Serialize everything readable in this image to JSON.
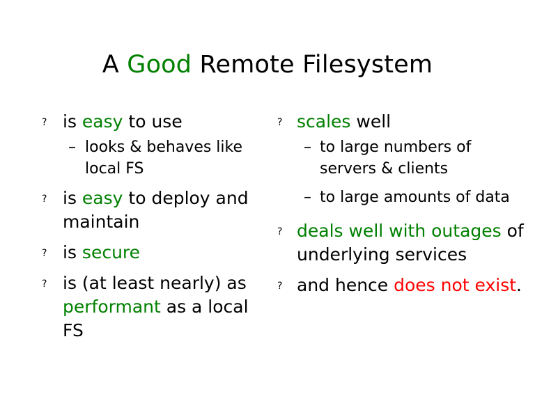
{
  "slide": {
    "background_color": "#ffffff",
    "title": {
      "text_full": "A Good Remote Filesystem",
      "part_1": "A ",
      "part_2_highlight": "Good",
      "part_3": " Remote Filesystem"
    },
    "bullet_marker": "?",
    "sub_bullet_marker": "–",
    "colors": {
      "text": "#000000",
      "highlight_green": "#008000",
      "alert_red": "#ff0000",
      "background": "#ffffff"
    },
    "columns": {
      "left": {
        "items": [
          {
            "level": 1,
            "text_full": "is easy to use",
            "segments": [
              {
                "text": "is ",
                "color": "black"
              },
              {
                "text": "easy",
                "color": "green"
              },
              {
                "text": " to use",
                "color": "black"
              }
            ]
          },
          {
            "level": 2,
            "text_full": "looks & behaves like local FS",
            "segments": [
              {
                "text": "looks & behaves like local FS",
                "color": "black"
              }
            ]
          },
          {
            "level": 1,
            "text_full": "is easy to deploy and maintain",
            "segments": [
              {
                "text": "is ",
                "color": "black"
              },
              {
                "text": "easy",
                "color": "green"
              },
              {
                "text": " to deploy and maintain",
                "color": "black"
              }
            ]
          },
          {
            "level": 1,
            "text_full": "is secure",
            "segments": [
              {
                "text": "is ",
                "color": "black"
              },
              {
                "text": "secure",
                "color": "green"
              }
            ]
          },
          {
            "level": 1,
            "text_full": "is (at least nearly) as performant as a local FS",
            "segments": [
              {
                "text": "is (at least nearly) as ",
                "color": "black"
              },
              {
                "text": "performant",
                "color": "green"
              },
              {
                "text": " as a local FS",
                "color": "black"
              }
            ]
          }
        ]
      },
      "right": {
        "items": [
          {
            "level": 1,
            "text_full": "scales well",
            "segments": [
              {
                "text": "scales",
                "color": "green"
              },
              {
                "text": " well",
                "color": "black"
              }
            ]
          },
          {
            "level": 2,
            "text_full": "to large numbers of servers & clients",
            "segments": [
              {
                "text": "to large numbers of servers & clients",
                "color": "black"
              }
            ]
          },
          {
            "level": 2,
            "text_full": "to large amounts of data",
            "segments": [
              {
                "text": "to large amounts of data",
                "color": "black"
              }
            ]
          },
          {
            "level": 1,
            "text_full": "deals well with outages of underlying services",
            "segments": [
              {
                "text": "deals well with outages",
                "color": "green"
              },
              {
                "text": " of underlying services",
                "color": "black"
              }
            ]
          },
          {
            "level": 1,
            "text_full": "and hence does not exist.",
            "segments": [
              {
                "text": "and hence ",
                "color": "black"
              },
              {
                "text": "does not exist",
                "color": "red"
              },
              {
                "text": ".",
                "color": "black"
              }
            ]
          }
        ]
      }
    }
  }
}
